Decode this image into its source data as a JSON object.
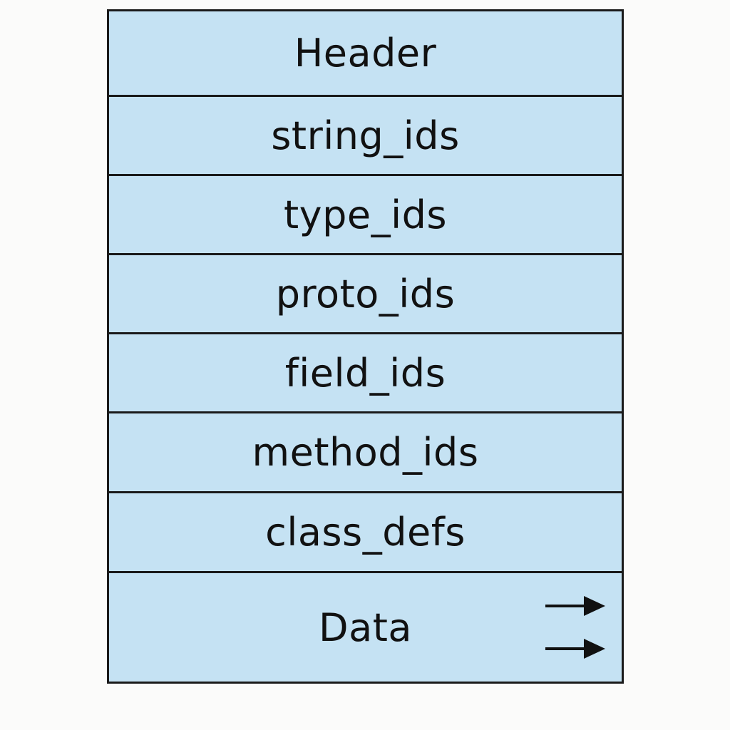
{
  "diagram": {
    "sections": [
      {
        "label": "Header"
      },
      {
        "label": "string_ids"
      },
      {
        "label": "type_ids"
      },
      {
        "label": "proto_ids"
      },
      {
        "label": "field_ids"
      },
      {
        "label": "method_ids"
      },
      {
        "label": "class_defs"
      },
      {
        "label": "Data"
      }
    ],
    "colors": {
      "fill": "#c5e2f3",
      "stroke": "#1a1a1a",
      "text": "#111111",
      "background": "#fbfbfa"
    },
    "icons": [
      "right-arrow-icon",
      "right-arrow-icon"
    ]
  }
}
